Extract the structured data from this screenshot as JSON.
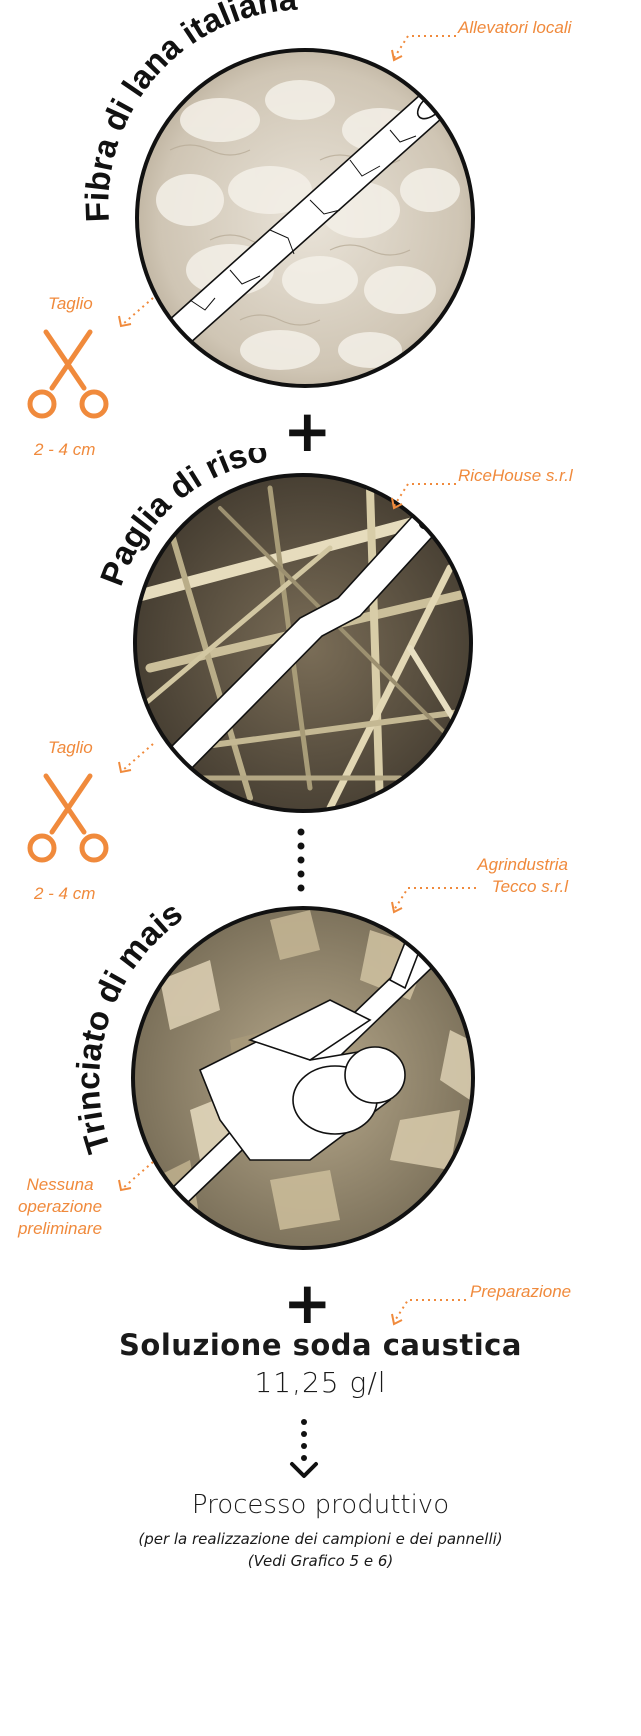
{
  "ingredients": [
    {
      "name": "Fibra di lana italiana",
      "source": "Allevatori locali",
      "process": "Taglio",
      "size": "2 - 4 cm"
    },
    {
      "name": "Paglia di riso",
      "source": "RiceHouse s.r.l",
      "process": "Taglio",
      "size": "2 - 4 cm"
    },
    {
      "name": "Trinciato di mais",
      "source_line1": "Agrindustria",
      "source_line2": "Tecco s.r.l",
      "process_line1": "Nessuna",
      "process_line2": "operazione",
      "process_line3": "preliminare"
    }
  ],
  "solution": {
    "note": "Preparazione",
    "title": "Soluzione soda caustica",
    "value": "11,25 g/l"
  },
  "process": {
    "title": "Processo produttivo",
    "subtitle": "(per la realizzazione dei campioni e dei pannelli)",
    "reference": "(Vedi Grafico 5 e 6)"
  },
  "colors": {
    "accent": "#f08a3c",
    "ink": "#111111"
  },
  "icons": [
    "scissors-icon",
    "dotted-arrow-icon",
    "plus-icon",
    "chevron-down-icon"
  ]
}
